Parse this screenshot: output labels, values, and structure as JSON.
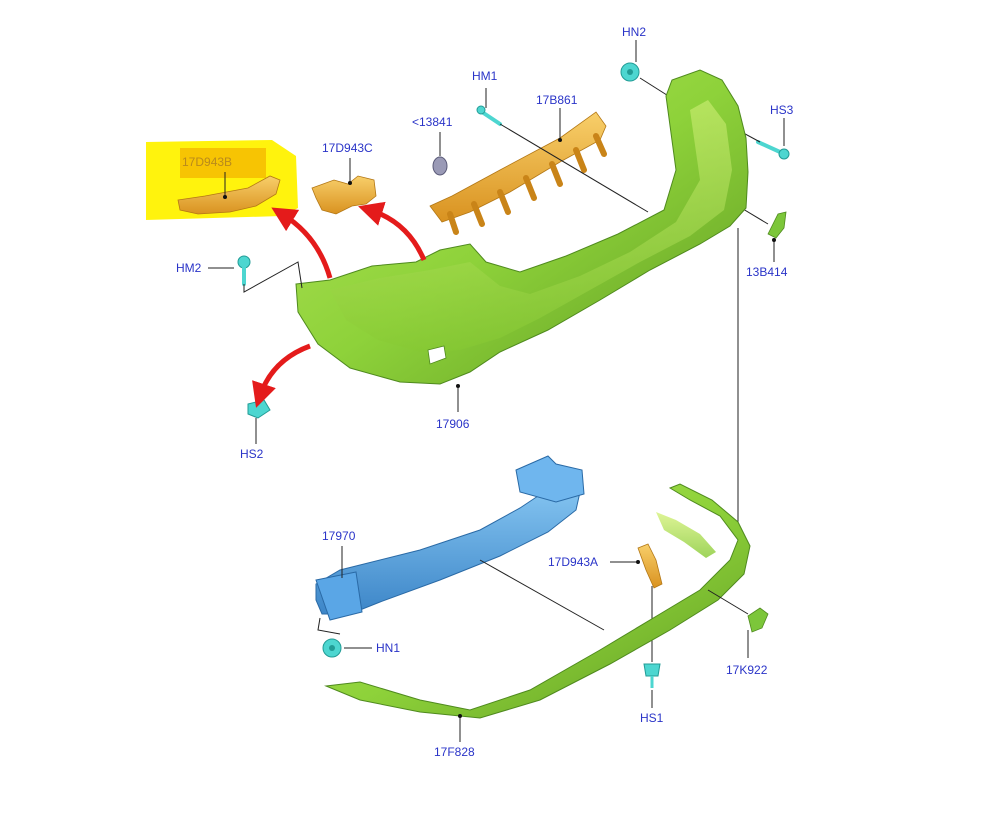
{
  "labels": {
    "hn2": "HN2",
    "hm1": "HM1",
    "b17b861": "17B861",
    "c13841": "<13841",
    "hs3": "HS3",
    "d17d943b": "17D943B",
    "d17d943c": "17D943C",
    "b13b414": "13B414",
    "hm2": "HM2",
    "p17906": "17906",
    "hs2": "HS2",
    "p17970": "17970",
    "d17d943a": "17D943A",
    "hn1": "HN1",
    "k17k922": "17K922",
    "hs1": "HS1",
    "f17f828": "17F828"
  },
  "colors": {
    "label_text": "#2a34c8",
    "bumper_green": "#8ed23a",
    "bracket_orange": "#f2b038",
    "reinforcement_blue": "#58a6e4",
    "clip_cyan": "#4dd6d0",
    "highlight_yellow": "#fff200",
    "arrow_red": "#e41b1b"
  }
}
